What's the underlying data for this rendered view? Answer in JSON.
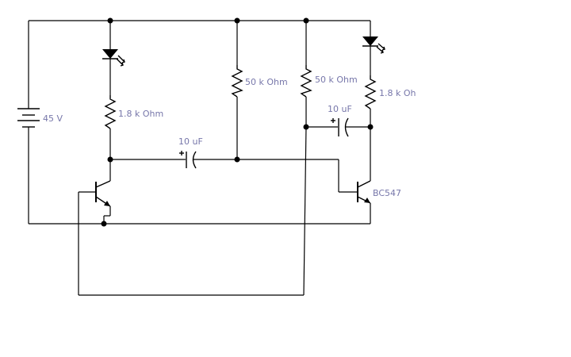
{
  "labels": {
    "battery": "45 V",
    "r_left_collector": "1.8 k Ohm",
    "cap_left": "10 uF",
    "r_bias_left": "50 k Ohm",
    "r_bias_right": "50 k Ohm",
    "cap_right": "10 uF",
    "r_right_collector": "1.8 k Oh",
    "transistor_right": "BC547"
  },
  "colors": {
    "wire": "#000000",
    "label": "#7777aa",
    "background": "#ffffff"
  }
}
